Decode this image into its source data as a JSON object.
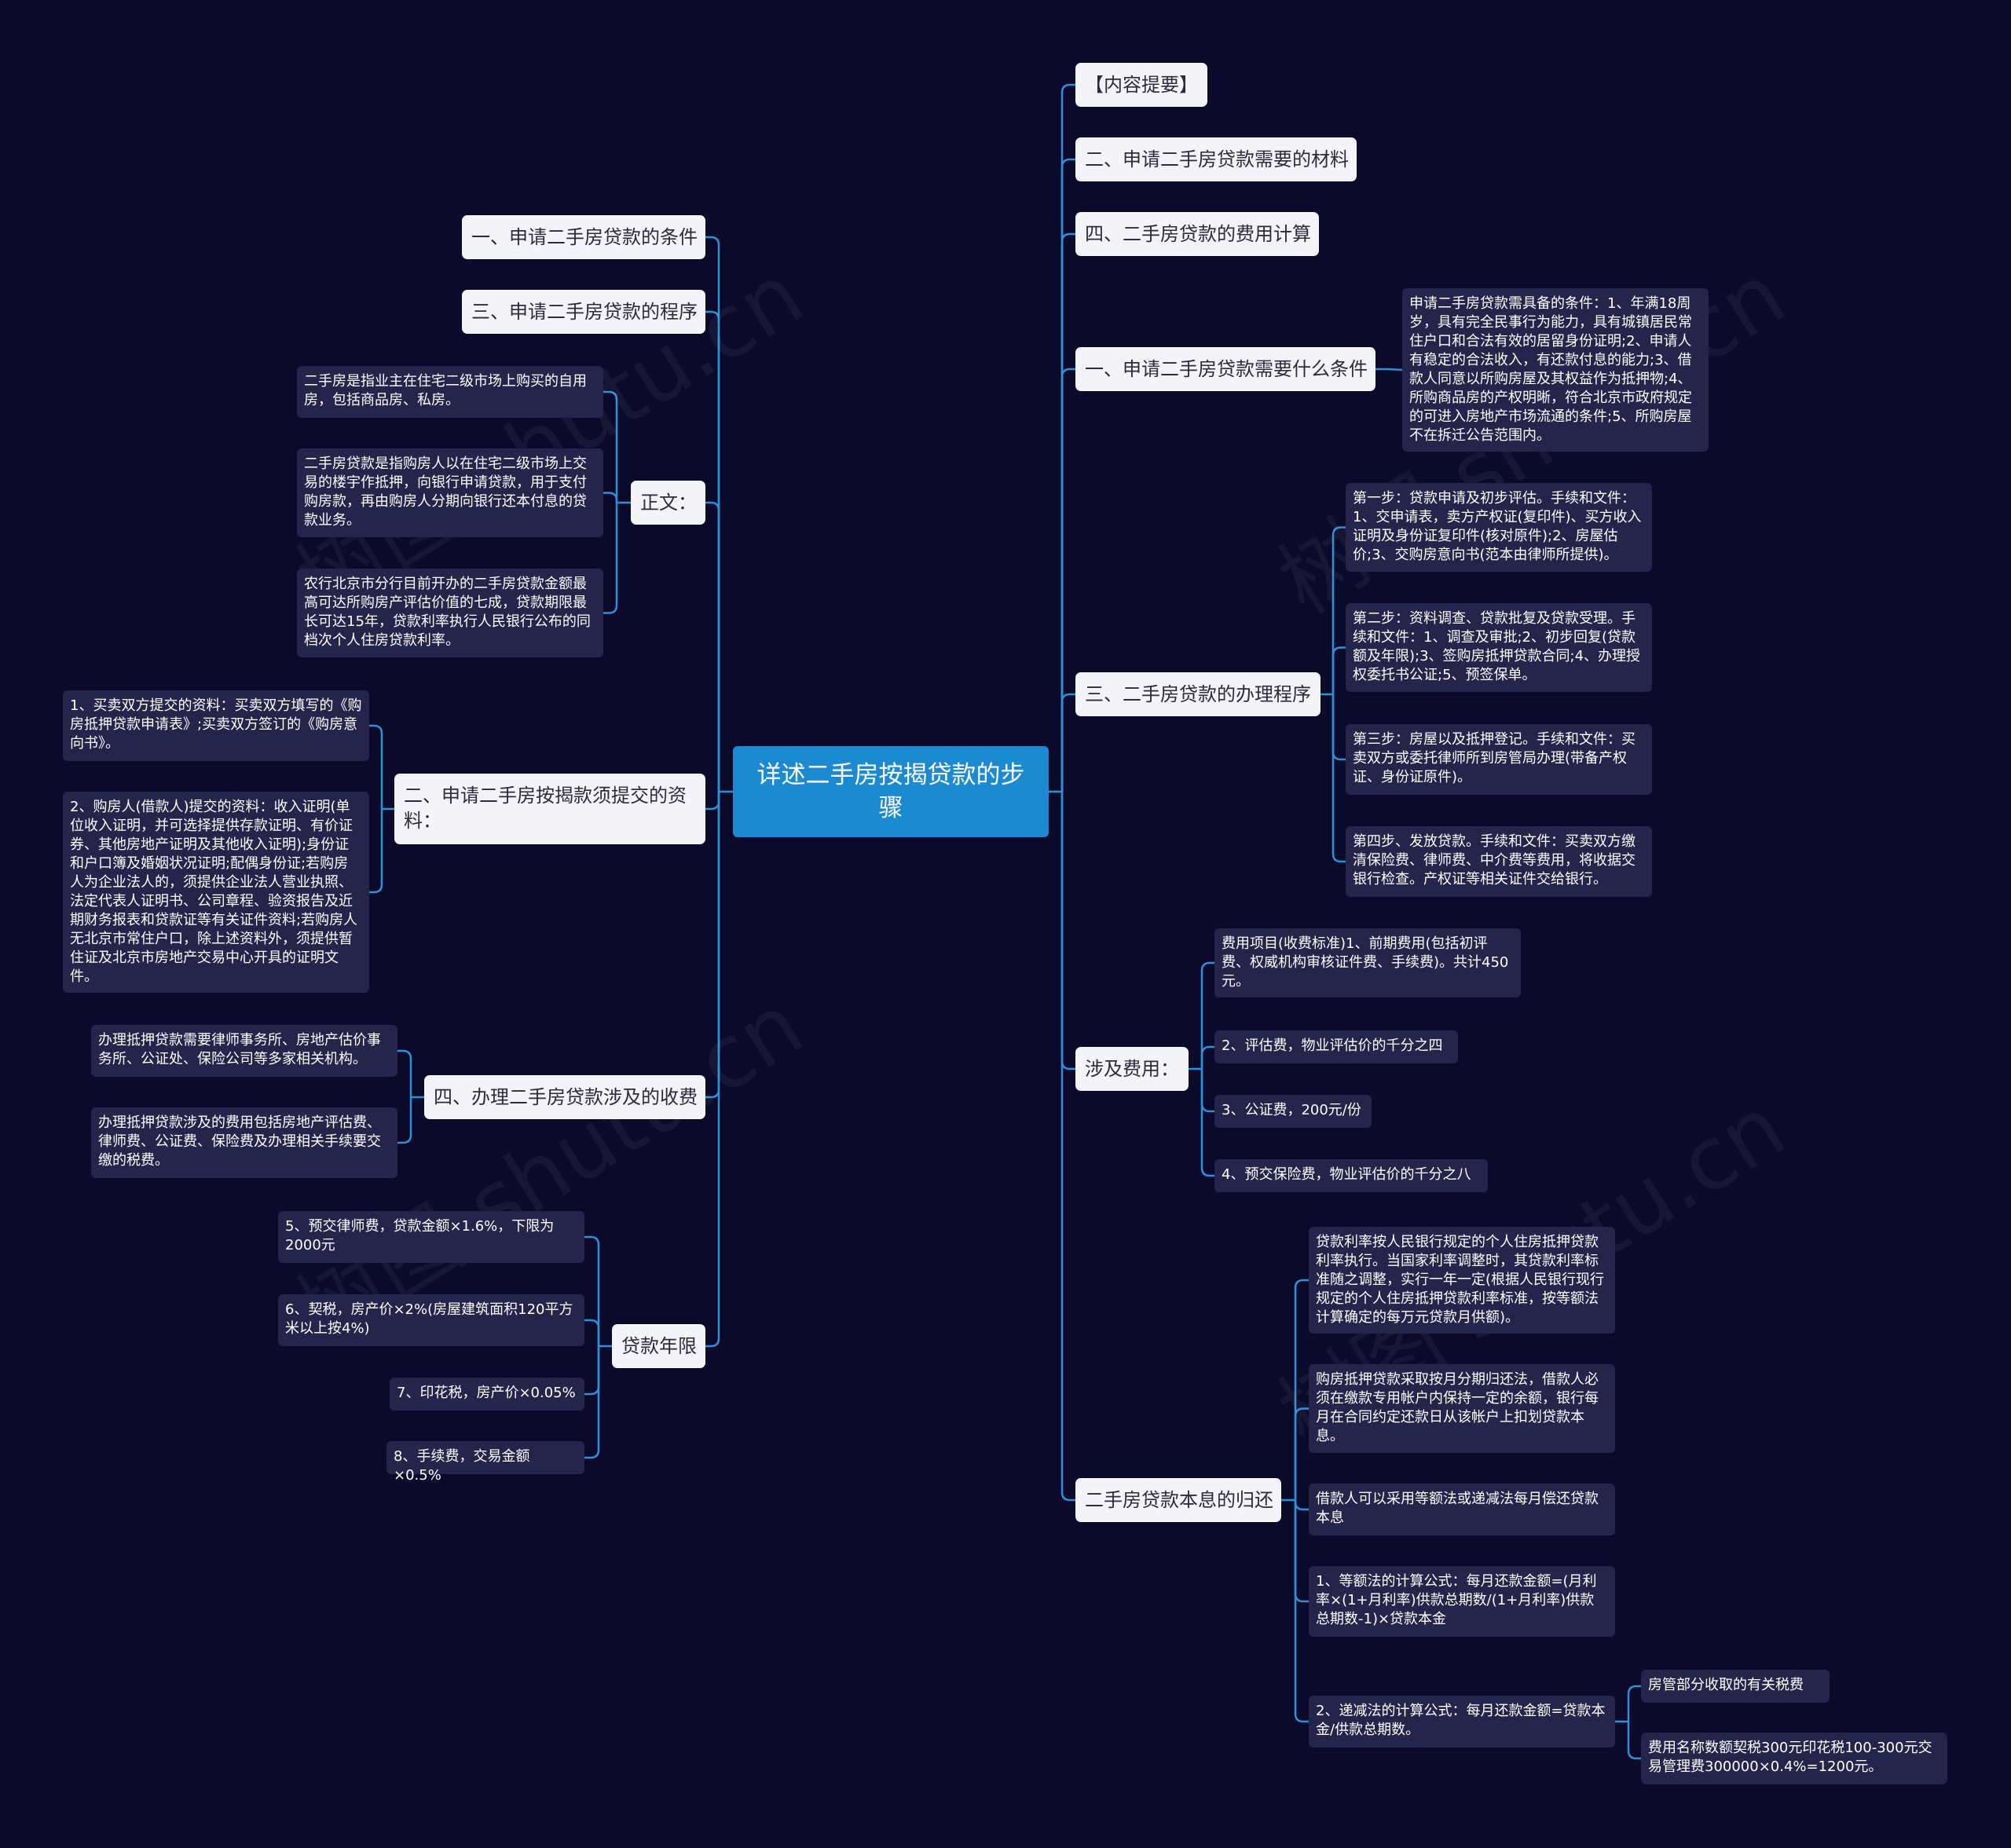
{
  "root": "详述二手房按揭贷款的步骤",
  "watermark": "树图 shutu.cn",
  "right": {
    "b1": "【内容提要】",
    "b2": "二、申请二手房贷款需要的材料",
    "b3": "四、二手房贷款的费用计算",
    "b4": "一、申请二手房贷款需要什么条件",
    "b4_leaf": "申请二手房贷款需具备的条件：1、年满18周岁，具有完全民事行为能力，具有城镇居民常住户口和合法有效的居留身份证明;2、申请人有稳定的合法收入，有还款付息的能力;3、借款人同意以所购房屋及其权益作为抵押物;4、所购商品房的产权明晰，符合北京市政府规定的可进入房地产市场流通的条件;5、所购房屋不在拆迁公告范围内。",
    "b5": "三、二手房贷款的办理程序",
    "b5_leaves": [
      "第一步：贷款申请及初步评估。手续和文件：1、交申请表，卖方产权证(复印件)、买方收入证明及身份证复印件(核对原件);2、房屋估价;3、交购房意向书(范本由律师所提供)。",
      "第二步：资料调查、贷款批复及贷款受理。手续和文件：1、调查及审批;2、初步回复(贷款额及年限);3、签购房抵押贷款合同;4、办理授权委托书公证;5、预签保单。",
      "第三步：房屋以及抵押登记。手续和文件：买卖双方或委托律师所到房管局办理(带备产权证、身份证原件)。",
      "第四步、发放贷款。手续和文件：买卖双方缴清保险费、律师费、中介费等费用，将收据交银行检查。产权证等相关证件交给银行。"
    ],
    "b6": "涉及费用：",
    "b6_leaves": [
      "费用项目(收费标准)1、前期费用(包括初评费、权威机构审核证件费、手续费)。共计450元。",
      "2、评估费，物业评估价的千分之四",
      "3、公证费，200元/份",
      "4、预交保险费，物业评估价的千分之八"
    ],
    "b7": "二手房贷款本息的归还",
    "b7_leaves": [
      "贷款利率按人民银行规定的个人住房抵押贷款利率执行。当国家利率调整时，其贷款利率标准随之调整，实行一年一定(根据人民银行现行规定的个人住房抵押贷款利率标准，按等额法计算确定的每万元贷款月供额)。",
      "购房抵押贷款采取按月分期归还法，借款人必须在缴款专用帐户内保持一定的余额，银行每月在合同约定还款日从该帐户上扣划贷款本息。",
      "借款人可以采用等额法或递减法每月偿还贷款本息",
      "1、等额法的计算公式：每月还款金额=(月利率×(1+月利率)供款总期数/(1+月利率)供款总期数-1)×贷款本金",
      "2、递减法的计算公式：每月还款金额=贷款本金/供款总期数。"
    ],
    "b7_sub": [
      "房管部分收取的有关税费",
      "费用名称数额契税300元印花税100-300元交易管理费300000×0.4%=1200元。"
    ]
  },
  "left": {
    "b1": "一、申请二手房贷款的条件",
    "b2": "三、申请二手房贷款的程序",
    "b3": "正文：",
    "b3_leaves": [
      "二手房是指业主在住宅二级市场上购买的自用房，包括商品房、私房。",
      "二手房贷款是指购房人以在住宅二级市场上交易的楼宇作抵押，向银行申请贷款，用于支付购房款，再由购房人分期向银行还本付息的贷款业务。",
      "农行北京市分行目前开办的二手房贷款金额最高可达所购房产评估价值的七成，贷款期限最长可达15年，贷款利率执行人民银行公布的同档次个人住房贷款利率。"
    ],
    "b4": "二、申请二手房按揭款须提交的资料：",
    "b4_leaves": [
      "1、买卖双方提交的资料：买卖双方填写的《购房抵押贷款申请表》;买卖双方签订的《购房意向书》。",
      "2、购房人(借款人)提交的资料：收入证明(单位收入证明，并可选择提供存款证明、有价证券、其他房地产证明及其他收入证明);身份证和户口簿及婚姻状况证明;配偶身份证;若购房人为企业法人的，须提供企业法人营业执照、法定代表人证明书、公司章程、验资报告及近期财务报表和贷款证等有关证件资料;若购房人无北京市常住户口，除上述资料外，须提供暂住证及北京市房地产交易中心开具的证明文件。"
    ],
    "b5": "四、办理二手房贷款涉及的收费",
    "b5_leaves": [
      "办理抵押贷款需要律师事务所、房地产估价事务所、公证处、保险公司等多家相关机构。",
      "办理抵押贷款涉及的费用包括房地产评估费、律师费、公证费、保险费及办理相关手续要交缴的税费。"
    ],
    "b6": "贷款年限",
    "b6_leaves": [
      "5、预交律师费，贷款金额×1.6%，下限为2000元",
      "6、契税，房产价×2%(房屋建筑面积120平方米以上按4%)",
      "7、印花税，房产价×0.05%",
      "8、手续费，交易金额×0.5%"
    ]
  }
}
